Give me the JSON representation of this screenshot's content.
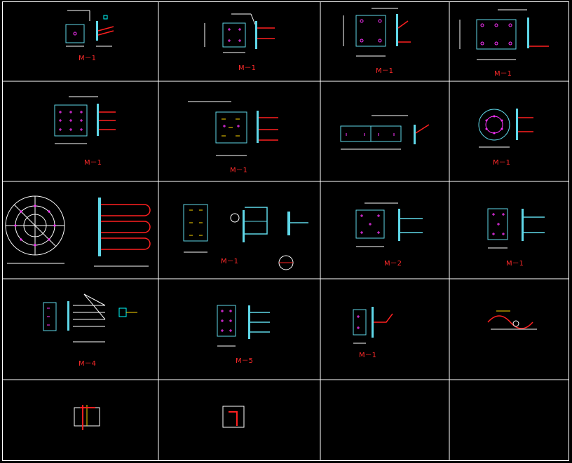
{
  "drawing": {
    "background": "#000000",
    "grid_line_color": "#ffffff",
    "colors": {
      "plate": "#5fd7e8",
      "bolt": "#ff33ff",
      "rebar": "#ff2020",
      "dimension": "#ffffff",
      "weld": "#00ffff",
      "annotation": "#ffffff"
    },
    "section_labels": {
      "m1": "M－1",
      "m2": "M－2",
      "m4": "M－4",
      "m5": "M－5"
    }
  }
}
